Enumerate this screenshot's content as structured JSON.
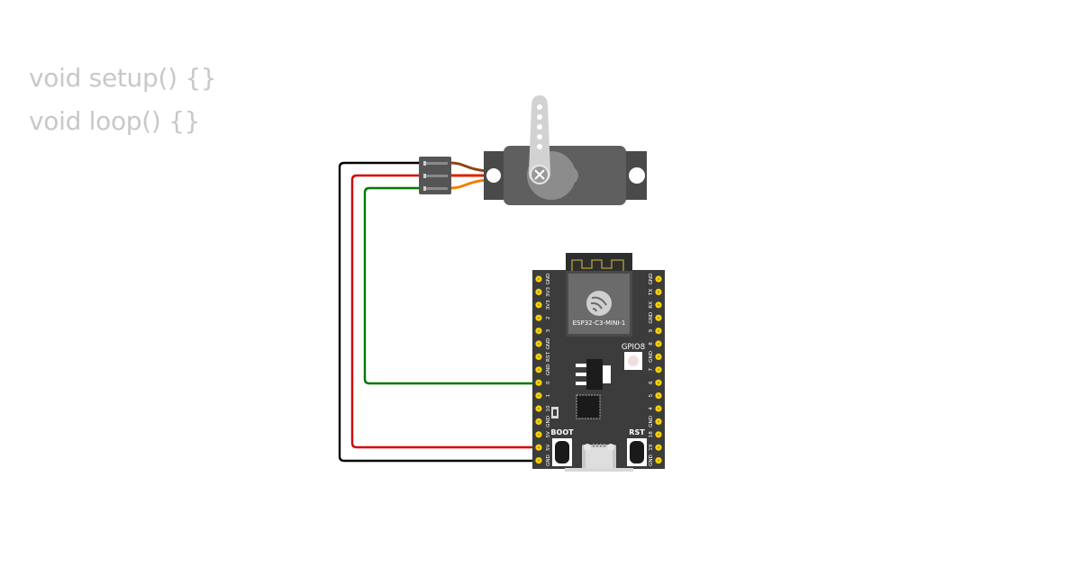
{
  "code": {
    "line1": "void setup() {}",
    "line2": "void loop() {}"
  },
  "board": {
    "module_label": "ESP32-C3-MINI-1",
    "led_label": "GPIO8",
    "boot_label": "BOOT",
    "rst_label": "RST",
    "left_pins": [
      "GND",
      "3V3",
      "3V3",
      "2",
      "3",
      "GND",
      "RST",
      "GND",
      "0",
      "1",
      "10",
      "GND",
      "5V",
      "5V",
      "GND"
    ],
    "right_pins": [
      "GND",
      "TX",
      "RX",
      "GND",
      "9",
      "8",
      "GND",
      "7",
      "6",
      "5",
      "4",
      "GND",
      "18",
      "19",
      "GND"
    ]
  },
  "colors": {
    "board": "#3c3c3c",
    "pin": "#f5d20a",
    "wire_gnd": "#000000",
    "wire_5v": "#d10000",
    "wire_signal": "#007800",
    "servo_body": "#5f5f5f",
    "code_text": "#c8c8c8"
  }
}
